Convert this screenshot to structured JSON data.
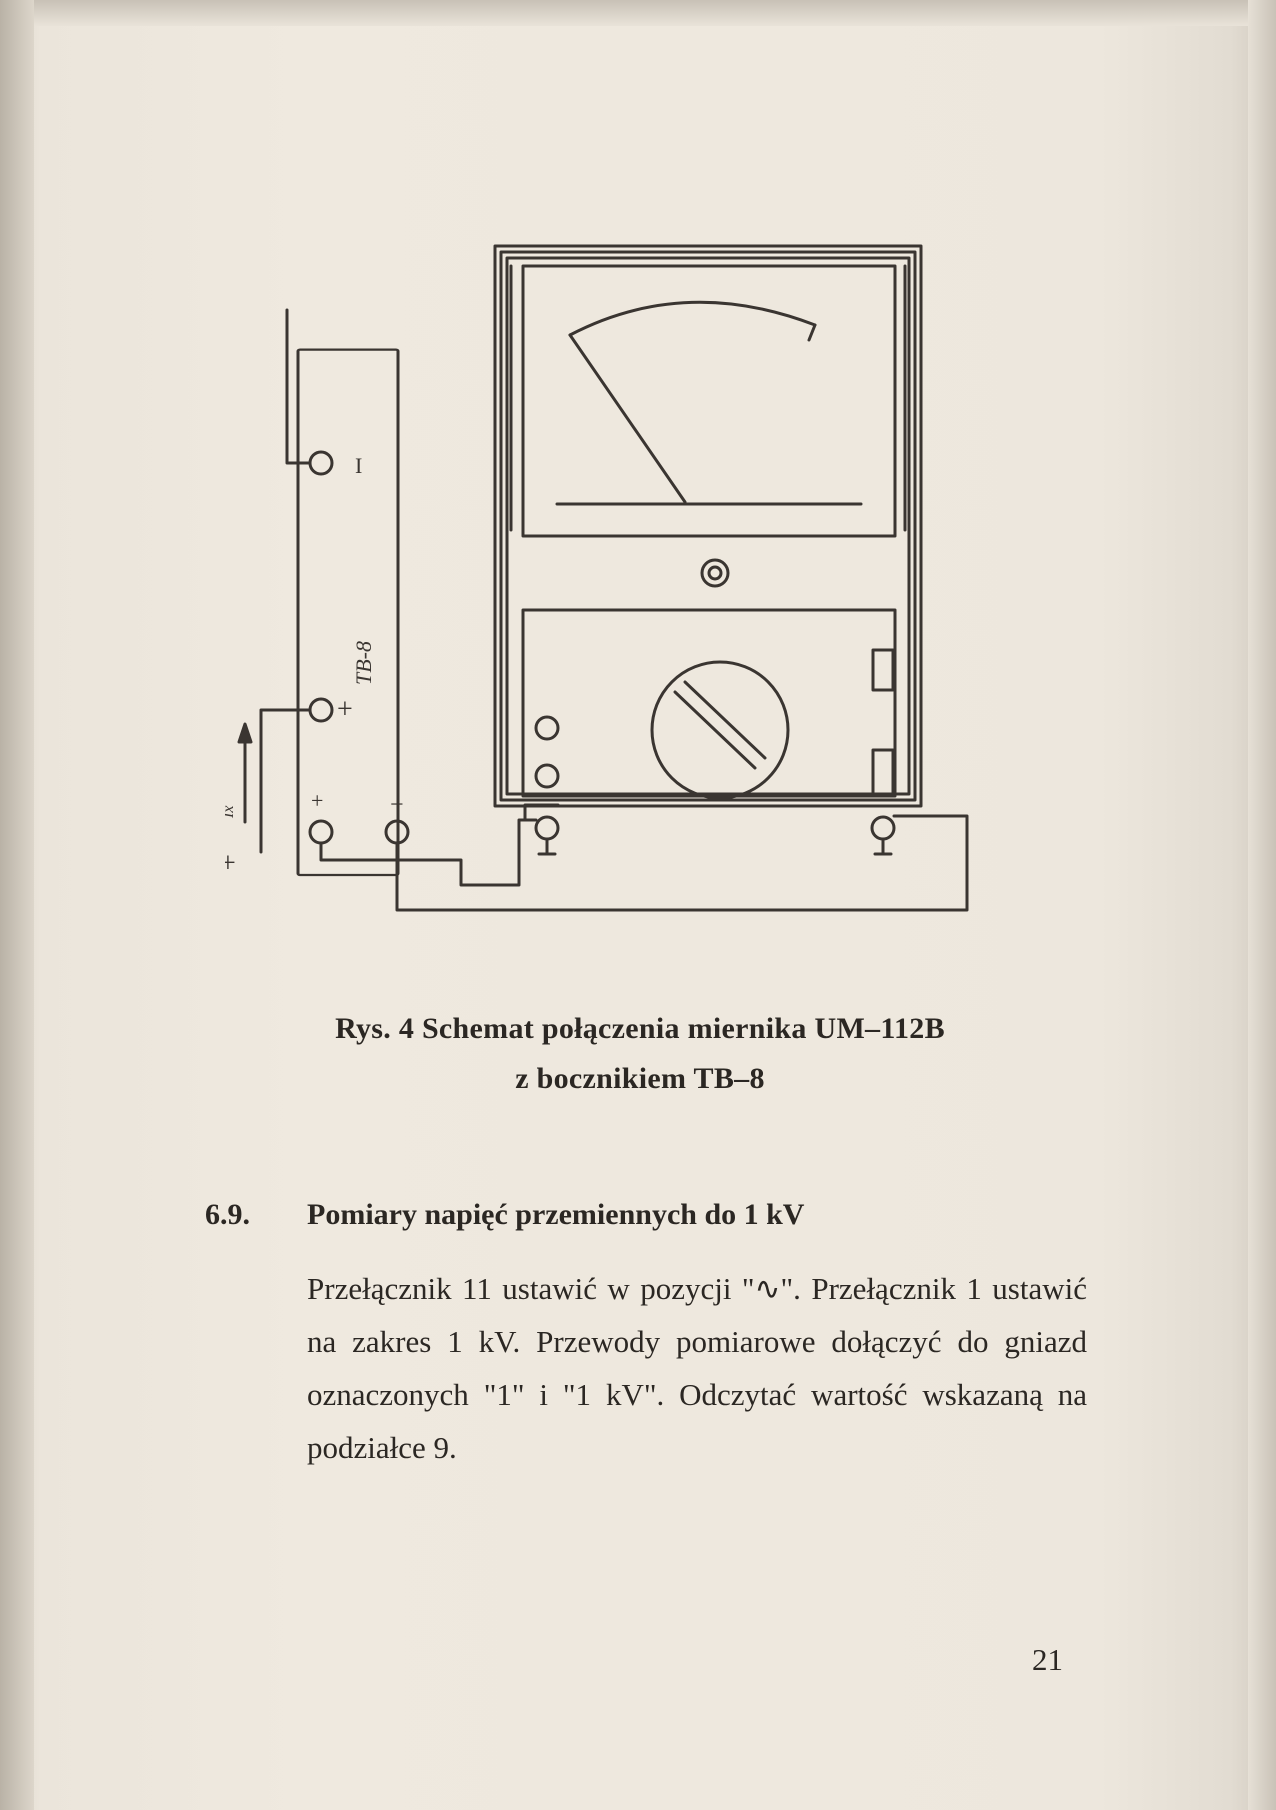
{
  "figure": {
    "device_label": "TB-8",
    "terminal_minus_top": "I",
    "terminal_plus_mid": "+",
    "terminal_plus_bottom": "+",
    "terminal_minus_bottom": "−",
    "current_label": "Ix",
    "supply_plus": "+"
  },
  "caption": {
    "line1": "Rys. 4 Schemat połączenia miernika UM–112B",
    "line2": "z bocznikiem TB–8"
  },
  "section": {
    "number": "6.9.",
    "title": "Pomiary napięć przemiennych do 1 kV",
    "paragraph": "Przełącznik 11 ustawić w pozycji \"∿\". Przełącznik 1 ustawić na zakres 1 kV. Przewody pomiarowe dołączyć do gniazd oznaczonych \"1\" i \"1 kV\". Odczytać wartość wskazaną na podziałce 9."
  },
  "page_number": "21"
}
